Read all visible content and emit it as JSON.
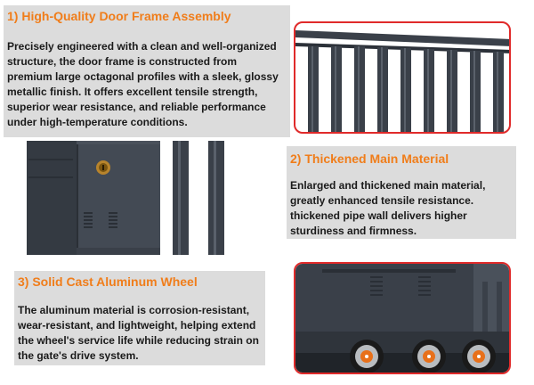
{
  "section1": {
    "title": "1) High-Quality Door Frame Assembly",
    "body": "Precisely engineered with a clean and well-organized structure, the door frame is constructed from premium large octagonal profiles with a sleek, glossy metallic finish. It offers excellent tensile strength, superior wear resistance, and reliable performance under high-temperature conditions."
  },
  "section2": {
    "title": "2) Thickened Main Material",
    "body": "Enlarged and thickened main material, greatly enhanced tensile resistance. thickened pipe wall delivers higher sturdiness and firmness."
  },
  "section3": {
    "title": "3) Solid Cast Aluminum Wheel",
    "body": "The aluminum material is corrosion-resistant, wear-resistant, and lightweight, helping extend the wheel's service life while reducing strain on the gate's drive system."
  },
  "colors": {
    "accent": "#f07d1a",
    "panel": "#dcdcdc",
    "frame_border": "#e02a2a",
    "metal": "#3a4049"
  }
}
